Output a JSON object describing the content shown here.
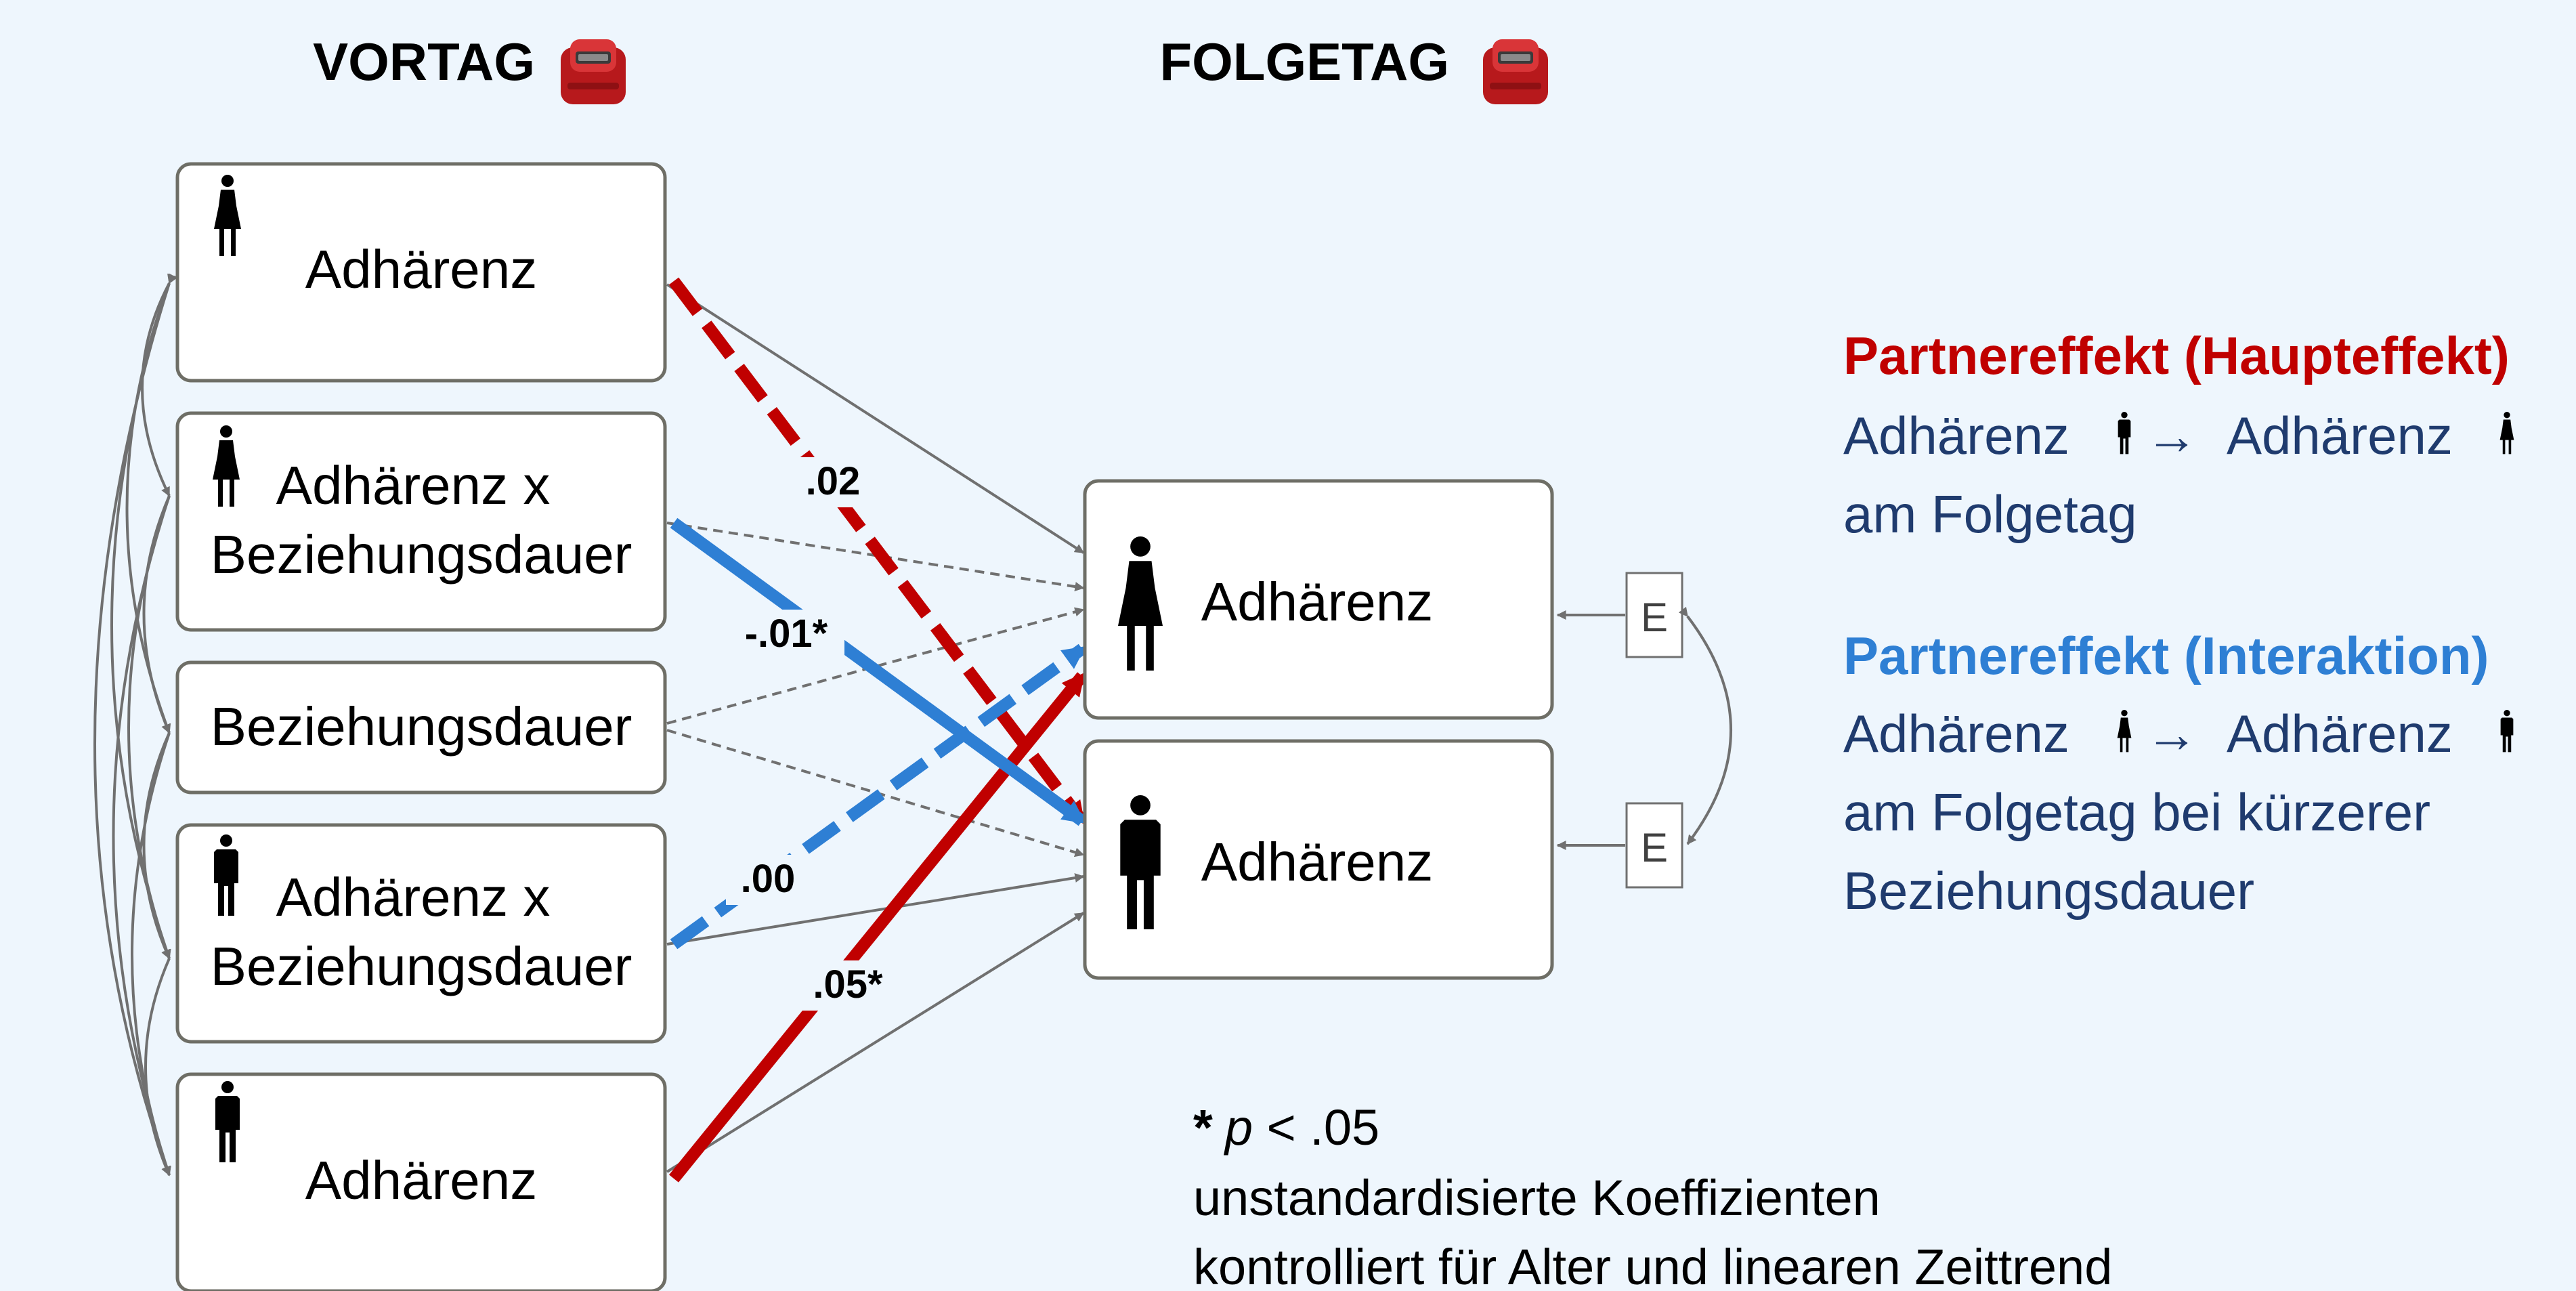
{
  "headers": {
    "vortag": "VORTAG",
    "folgetag": "FOLGETAG",
    "device_icon": "pill-dispenser-icon"
  },
  "left_boxes": [
    {
      "id": "f_adh",
      "person": "female",
      "lines": [
        "Adhärenz"
      ]
    },
    {
      "id": "f_int",
      "person": "female",
      "lines": [
        "Adhärenz x",
        "Beziehungsdauer"
      ]
    },
    {
      "id": "bez",
      "person": "",
      "lines": [
        "Beziehungsdauer"
      ]
    },
    {
      "id": "m_int",
      "person": "male",
      "lines": [
        "Adhärenz x",
        "Beziehungsdauer"
      ]
    },
    {
      "id": "m_adh",
      "person": "male",
      "lines": [
        "Adhärenz"
      ]
    }
  ],
  "right_boxes": [
    {
      "id": "f_out",
      "person": "female",
      "lines": [
        "Adhärenz"
      ]
    },
    {
      "id": "m_out",
      "person": "male",
      "lines": [
        "Adhärenz"
      ]
    }
  ],
  "error_label": "E",
  "coefficients": [
    {
      "id": "c1",
      "text": ".02"
    },
    {
      "id": "c2",
      "text": "-.01*"
    },
    {
      "id": "c3",
      "text": ".00"
    },
    {
      "id": "c4",
      "text": ".05*"
    }
  ],
  "legend": {
    "haupt": {
      "title": "Partnereffekt (Haupteffekt)",
      "line1_a": "Adhärenz",
      "line1_arrow": "→",
      "line1_b": "Adhärenz",
      "line2": "am Folgetag"
    },
    "inter": {
      "title": "Partnereffekt (Interaktion)",
      "line1_a": "Adhärenz",
      "line1_arrow": "→",
      "line1_b": "Adhärenz",
      "line2": "am Folgetag bei kürzerer",
      "line3": "Beziehungsdauer"
    }
  },
  "footnote": {
    "star": "*",
    "p": "p",
    "rest": " < .05",
    "line2": "unstandardisierte Koeffizienten",
    "line3": "kontrolliert für Alter und linearen Zeittrend"
  },
  "colors": {
    "background": "#eef6fd",
    "red": "#c00000",
    "blue": "#2e7fd4",
    "navy": "#1f3b6e",
    "gray": "#707070",
    "box_border": "#6e6e66"
  }
}
